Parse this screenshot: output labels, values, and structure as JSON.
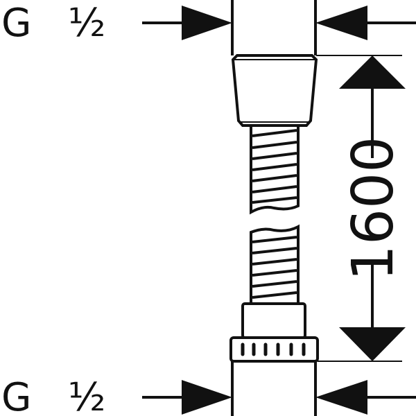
{
  "top_thread": {
    "letter": "G",
    "size": "½"
  },
  "bottom_thread": {
    "letter": "G",
    "size": "½"
  },
  "length_dimension": "1600",
  "colors": {
    "line": "#111111",
    "background": "#ffffff"
  }
}
